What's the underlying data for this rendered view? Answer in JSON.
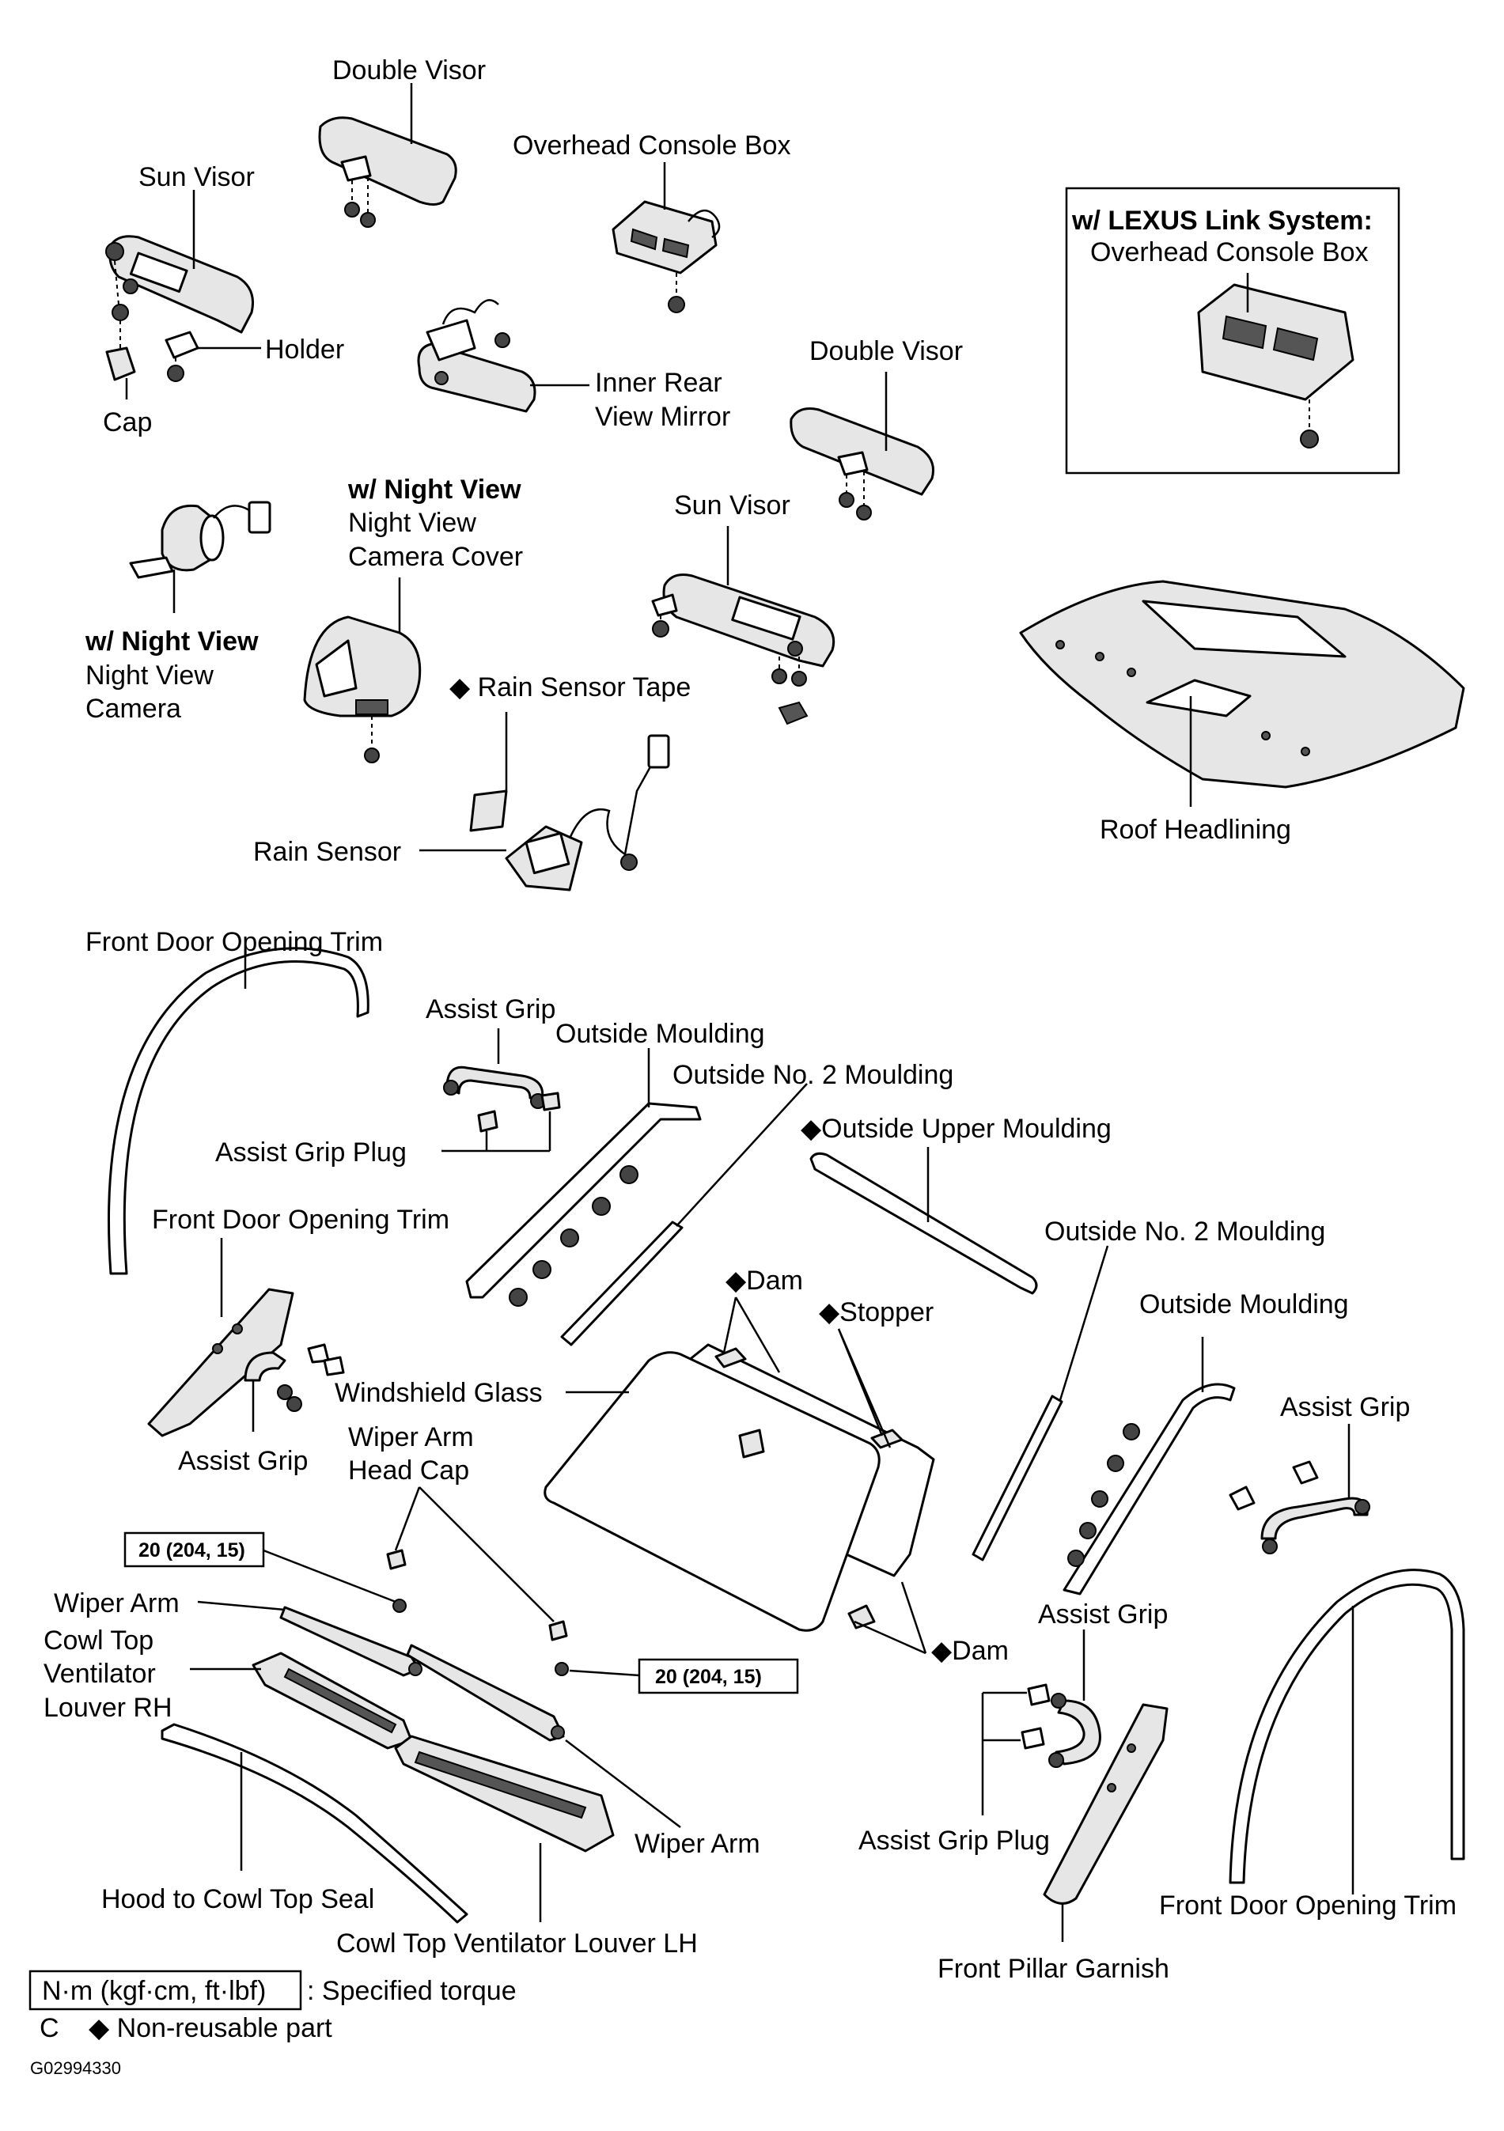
{
  "labels": {
    "double_visor_1": "Double Visor",
    "overhead_console_box": "Overhead Console Box",
    "lexus_link": "w/ LEXUS Link System:",
    "lexus_overhead_console_box": "Overhead Console Box",
    "sun_visor_1": "Sun Visor",
    "holder": "Holder",
    "cap": "Cap",
    "inner_rear": "Inner Rear",
    "view_mirror": "View Mirror",
    "double_visor_2": "Double Visor",
    "w_night_view_1": "w/ Night View",
    "night_view_1": "Night View",
    "camera_cover": "Camera Cover",
    "sun_visor_2": "Sun Visor",
    "w_night_view_2": "w/ Night View",
    "night_view_2": "Night View",
    "camera": "Camera",
    "rain_sensor_tape": "◆ Rain Sensor Tape",
    "rain_sensor": "Rain Sensor",
    "roof_headlining": "Roof Headlining",
    "front_door_opening_trim_1": "Front Door Opening Trim",
    "assist_grip_1": "Assist Grip",
    "outside_moulding_1": "Outside Moulding",
    "outside_no2_moulding_1": "Outside No. 2 Moulding",
    "assist_grip_plug_1": "Assist Grip Plug",
    "outside_upper_moulding": "◆Outside Upper Moulding",
    "front_door_opening_trim_2": "Front Door Opening Trim",
    "outside_no2_moulding_2": "Outside No. 2 Moulding",
    "dam_1": "◆Dam",
    "stopper": "◆Stopper",
    "outside_moulding_2": "Outside Moulding",
    "windshield_glass": "Windshield Glass",
    "assist_grip_2": "Assist Grip",
    "assist_grip_3": "Assist Grip",
    "wiper_arm_head_cap_1": "Wiper Arm",
    "wiper_arm_head_cap_2": "Head Cap",
    "torque_1": "20 (204, 15)",
    "wiper_arm_1": "Wiper Arm",
    "cowl_top_rh_1": "Cowl Top",
    "cowl_top_rh_2": "Ventilator",
    "cowl_top_rh_3": "Louver RH",
    "dam_2": "◆Dam",
    "torque_2": "20 (204, 15)",
    "assist_grip_4": "Assist Grip",
    "assist_grip_plug_2": "Assist Grip Plug",
    "wiper_arm_2": "Wiper Arm",
    "hood_to_cowl_top_seal": "Hood to Cowl Top Seal",
    "front_door_opening_trim_3": "Front Door Opening Trim",
    "cowl_top_lh": "Cowl Top Ventilator Louver LH",
    "front_pillar_garnish": "Front Pillar Garnish"
  },
  "legend": {
    "torque_unit": "N·m (kgf·cm, ft·lbf)",
    "torque_desc": ": Specified torque",
    "c_mark": "C",
    "non_reusable": "◆ Non-reusable part"
  },
  "figure_id": "G02994330"
}
